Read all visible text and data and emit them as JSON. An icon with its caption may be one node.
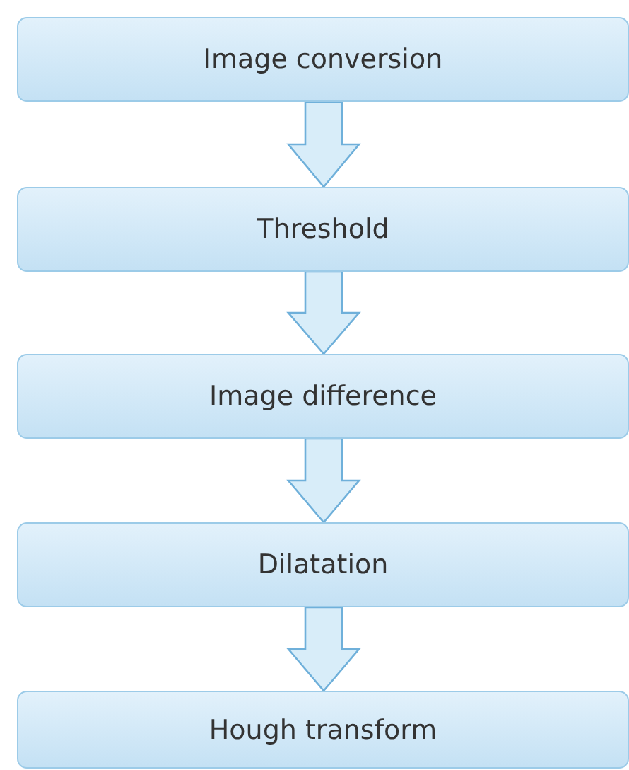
{
  "diagram": {
    "nodes": [
      {
        "text": [
          "Image conversion"
        ]
      },
      {
        "text": [
          "Threshold"
        ]
      },
      {
        "text": [
          "Image difference"
        ]
      },
      {
        "text": [
          "Dilatation"
        ]
      },
      {
        "text": [
          "Hough transform"
        ]
      }
    ],
    "edges": [
      {
        "from": 0,
        "to": 1,
        "arrow": "to"
      },
      {
        "from": 1,
        "to": 2,
        "arrow": "to"
      },
      {
        "from": 2,
        "to": 3,
        "arrow": "to"
      },
      {
        "from": 3,
        "to": 4,
        "arrow": "to"
      }
    ]
  }
}
